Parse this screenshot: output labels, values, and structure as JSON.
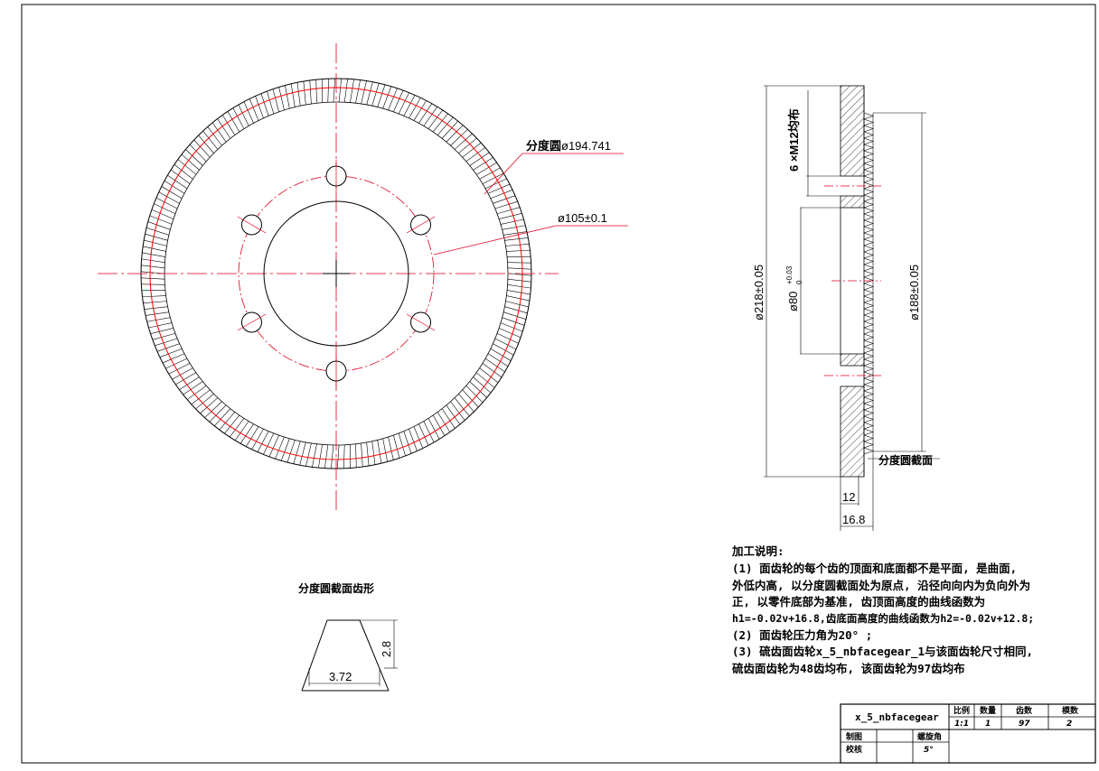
{
  "colors": {
    "line": "#000000",
    "center": "#e0001b",
    "pitch": "#ff0000"
  },
  "front_view": {
    "pitch_label_prefix": "分度圆",
    "pitch_label_value": "ø194.741",
    "bolt_circle_label": "ø105±0.1"
  },
  "side_view": {
    "holes_label": "6 ×M12均布",
    "outer_dia": "ø218±0.05",
    "bore_dia": "ø80",
    "bore_tol_upper": "+0.03",
    "bore_tol_lower": "0",
    "tooth_dia": "ø188±0.05",
    "section_label": "分度圆截面",
    "width_inner": "12",
    "width_total": "16.8"
  },
  "tooth_profile": {
    "title": "分度圆截面齿形",
    "height": "2.8",
    "width": "3.72"
  },
  "notes": {
    "title": "加工说明:",
    "lines": [
      "(1) 面齿轮的每个齿的顶面和底面都不是平面, 是曲面,",
      "外低内高, 以分度圆截面处为原点, 沿径向向内为负向外为",
      "正, 以零件底部为基准, 齿顶面高度的曲线函数为",
      "h1=-0.02v+16.8,齿底面高度的曲线函数为h2=-0.02v+12.8;",
      "(2) 面齿轮压力角为20° ;",
      "(3) 硫齿面齿轮x_5_nbfacegear_1与该面齿轮尺寸相同,",
      "硫齿面齿轮为48齿均布, 该面齿轮为97齿均布"
    ]
  },
  "title_block": {
    "part_name": "x_5_nbfacegear",
    "headers": [
      "比例",
      "数量",
      "齿数",
      "模数"
    ],
    "values": [
      "1:1",
      "1",
      "97",
      "2"
    ],
    "drawn_label": "制图",
    "check_label": "校核",
    "helix_label": "螺旋角",
    "helix_value": "5°"
  }
}
